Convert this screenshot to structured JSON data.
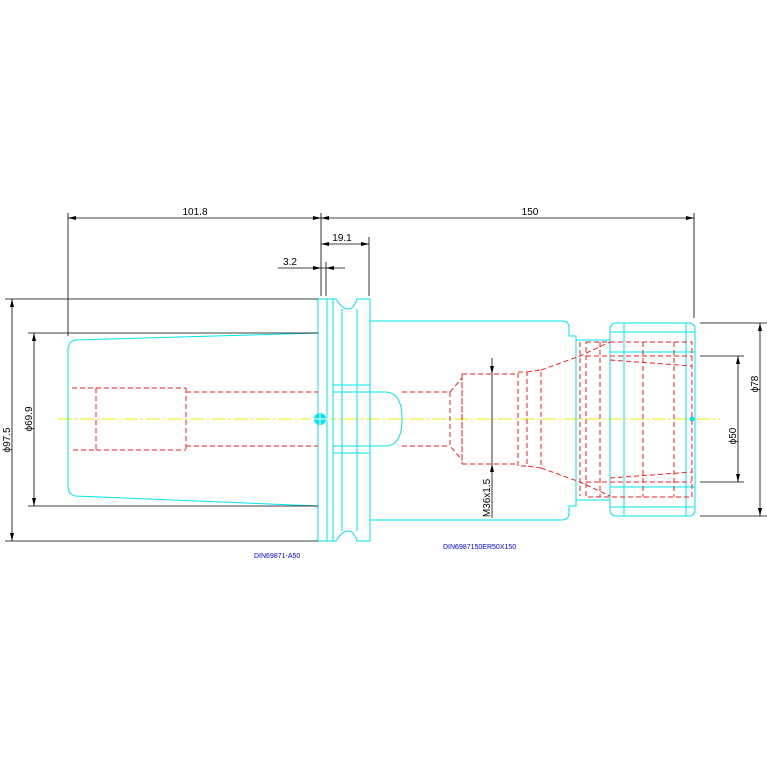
{
  "colors": {
    "outline": "#00e5ee",
    "hidden": "#ee2222",
    "centerline": "#eeee00",
    "dimension": "#000000",
    "label": "#0000ee"
  },
  "dimensions": {
    "taper_length": "101.8",
    "body_length": "150",
    "flange_width": "19.1",
    "gap": "3.2",
    "flange_diameter": "ϕ97.5",
    "taper_diameter": "ϕ69.9",
    "thread": "M36x1.5",
    "nut_diameter": "ϕ78",
    "collet_diameter": "ϕ50"
  },
  "labels": {
    "shank_standard": "DIN69871-A50",
    "holder_code": "DIN6987150ER50X150"
  }
}
